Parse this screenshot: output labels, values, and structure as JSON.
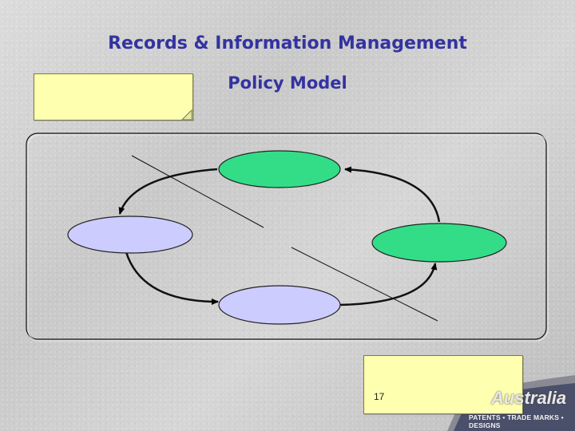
{
  "slide": {
    "title_line1": "Records & Information Management",
    "title_line2": "Policy Model",
    "page_number": "17"
  },
  "logo": {
    "wordmark": "Australia",
    "tagline": "PATENTS • TRADE MARKS • DESIGNS"
  },
  "colors": {
    "title": "#3333a0",
    "note_fill": "#ffffb0",
    "node_green": "#33dd88",
    "node_lavender": "#ccccff"
  },
  "diagram": {
    "nodes": [
      {
        "name": "top-node",
        "color": "green"
      },
      {
        "name": "right-node",
        "color": "green"
      },
      {
        "name": "bottom-node",
        "color": "lavender"
      },
      {
        "name": "left-node",
        "color": "lavender"
      }
    ]
  }
}
